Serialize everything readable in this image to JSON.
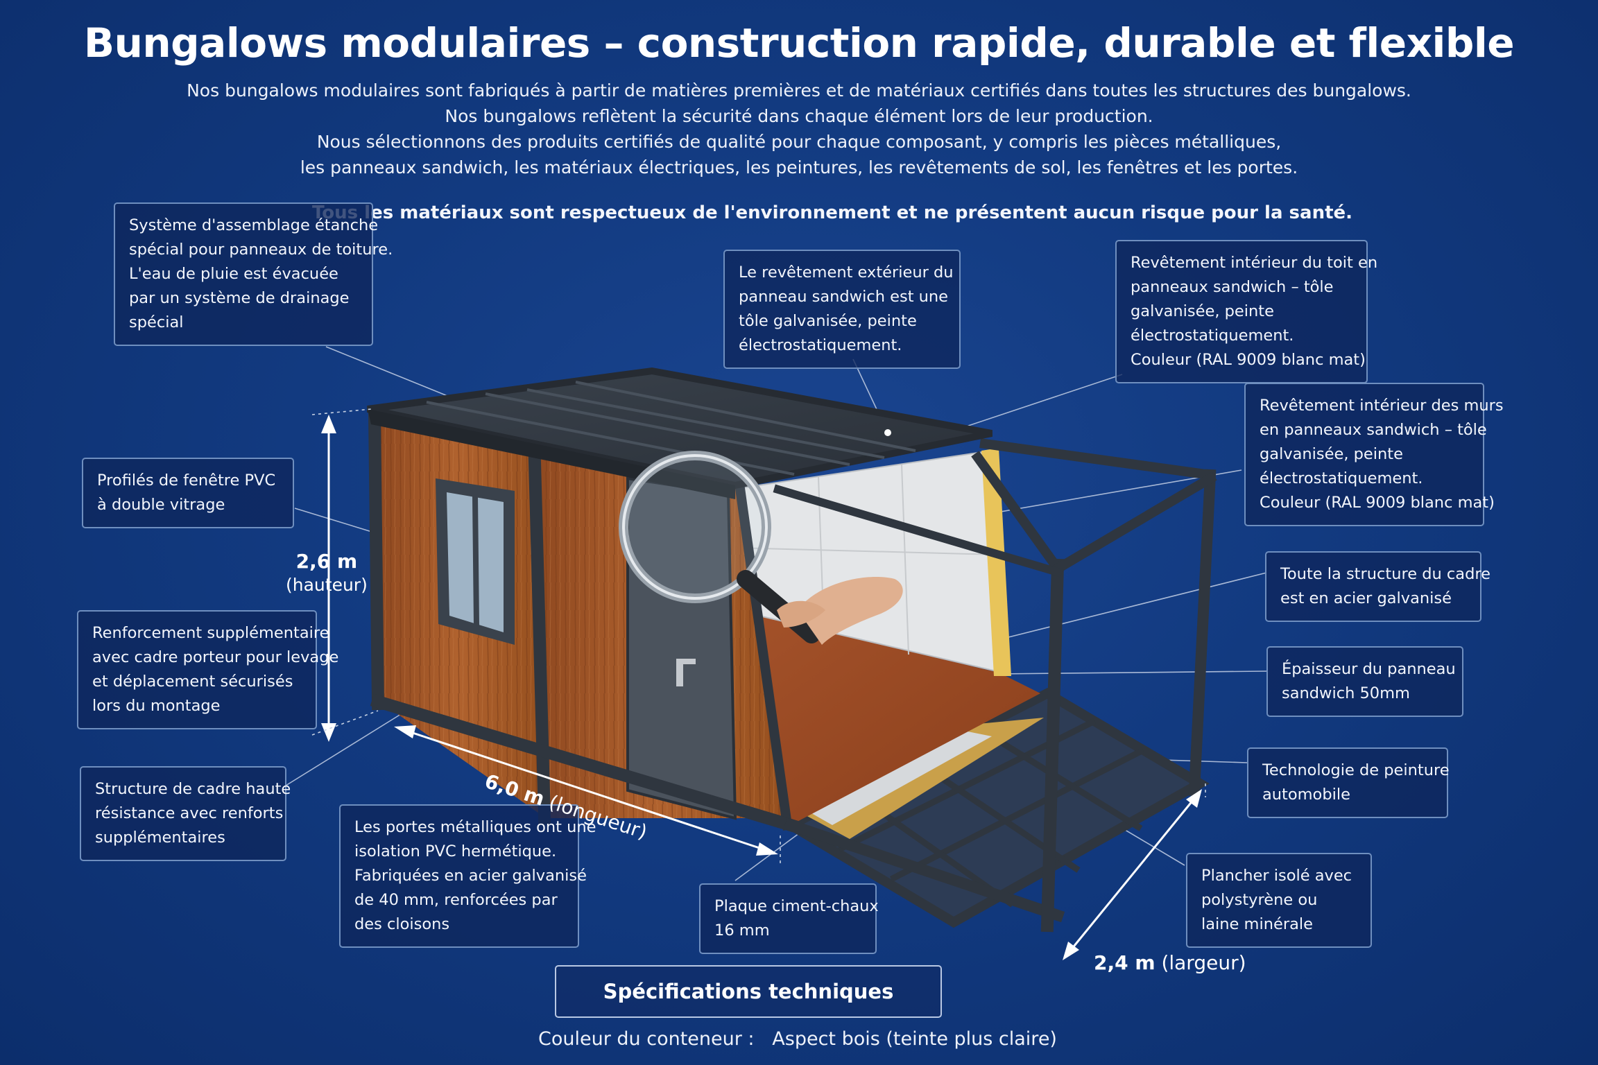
{
  "title": "Bungalows modulaires – construction rapide, durable et flexible",
  "intro": [
    "Nos bungalows modulaires sont fabriqués à partir de matières premières et de matériaux certifiés dans toutes les structures des bungalows.",
    "Nos bungalows reflètent la sécurité dans chaque élément lors de leur production.",
    "Nous sélectionnons des produits certifiés de qualité pour chaque composant, y compris les pièces métalliques,",
    "les panneaux sandwich, les matériaux électriques, les peintures, les revêtements de sol, les fenêtres et les portes."
  ],
  "eco_statement": "Tous les matériaux sont respectueux de l'environnement et ne présentent aucun risque pour la santé.",
  "callouts": {
    "roof_assembly": [
      "Système d'assemblage étanche",
      "spécial pour panneaux de toiture.",
      "L'eau de pluie est évacuée",
      "par un système de drainage",
      "spécial"
    ],
    "exterior_panel": [
      "Le revêtement extérieur du",
      "panneau sandwich est une",
      "tôle galvanisée, peinte",
      "électrostatiquement."
    ],
    "roof_interior": [
      "Revêtement intérieur du toit en",
      "panneaux sandwich – tôle",
      "galvanisée, peinte",
      "électrostatiquement.",
      "Couleur (RAL 9009 blanc mat)"
    ],
    "wall_interior": [
      "Revêtement intérieur des murs",
      "en panneaux sandwich – tôle",
      "galvanisée, peinte",
      "électrostatiquement.",
      "Couleur (RAL 9009 blanc mat)"
    ],
    "pvc_windows": [
      "Profilés de fenêtre PVC",
      "à double vitrage"
    ],
    "frame_steel": [
      "Toute la structure du cadre",
      "est en acier galvanisé"
    ],
    "reinforcement": [
      "Renforcement supplémentaire",
      "avec cadre porteur pour levage",
      "et déplacement sécurisés",
      "lors du montage"
    ],
    "panel_thickness": [
      "Épaisseur du panneau",
      "sandwich 50mm"
    ],
    "paint_tech": [
      "Technologie de peinture",
      "automobile"
    ],
    "high_strength": [
      "Structure de cadre haute",
      "résistance avec renforts",
      "supplémentaires"
    ],
    "metal_doors": [
      "Les portes métalliques ont une",
      "isolation PVC hermétique.",
      "Fabriquées en acier galvanisé",
      "de 40 mm, renforcées par",
      "des cloisons"
    ],
    "cement_board": [
      "Plaque ciment-chaux",
      "16 mm"
    ],
    "insulated_floor": [
      "Plancher isolé avec",
      "polystyrène ou",
      "laine minérale"
    ]
  },
  "dimensions": {
    "height_value": "2,6 m",
    "height_label": "(hauteur)",
    "length_value": "6,0 m",
    "length_label": "(longueur)",
    "width_value": "2,4 m",
    "width_label": "(largeur)"
  },
  "specs": {
    "button_label": "Spécifications techniques",
    "color_label": "Couleur du conteneur :",
    "color_value": "Aspect bois (teinte plus claire)"
  },
  "colors": {
    "background": "#123a80",
    "frame": "#2f363f",
    "wood": "#a5582a",
    "callout_border": "#6f8fbf"
  }
}
